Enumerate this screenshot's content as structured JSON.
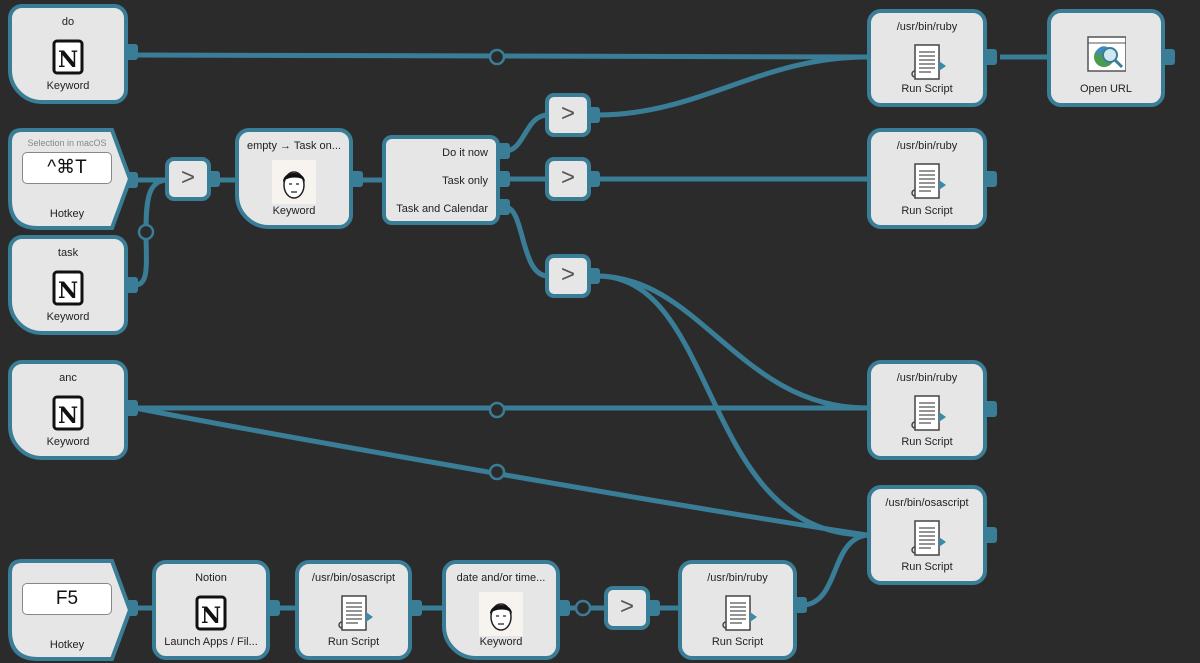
{
  "colors": {
    "wire": "#3a7d97",
    "background": "#2b2b2b",
    "node": "#e6e6e6"
  },
  "nodes": {
    "do": {
      "title": "do",
      "label": "Keyword",
      "icon": "notion-icon"
    },
    "ruby1": {
      "title": "/usr/bin/ruby",
      "label": "Run Script",
      "icon": "script-icon"
    },
    "openurl": {
      "title": "",
      "label": "Open URL",
      "icon": "open-url-icon"
    },
    "hotkey1": {
      "subtitle": "Selection in macOS",
      "key": "^⌘T",
      "label": "Hotkey"
    },
    "empty": {
      "title": "empty → Task on...",
      "label": "Keyword",
      "icon": "face-avatar-icon"
    },
    "conditional": {
      "outputs": [
        "Do it now",
        "Task only",
        "Task and Calendar"
      ]
    },
    "ruby2": {
      "title": "/usr/bin/ruby",
      "label": "Run Script",
      "icon": "script-icon"
    },
    "task": {
      "title": "task",
      "label": "Keyword",
      "icon": "notion-icon"
    },
    "anc": {
      "title": "anc",
      "label": "Keyword",
      "icon": "notion-icon"
    },
    "ruby3": {
      "title": "/usr/bin/ruby",
      "label": "Run Script",
      "icon": "script-icon"
    },
    "osascript1": {
      "title": "/usr/bin/osascript",
      "label": "Run Script",
      "icon": "script-icon"
    },
    "hotkey2": {
      "key": "F5",
      "label": "Hotkey"
    },
    "notion": {
      "title": "Notion",
      "label": "Launch Apps / Fil...",
      "icon": "notion-icon"
    },
    "osascript2": {
      "title": "/usr/bin/osascript",
      "label": "Run Script",
      "icon": "script-icon"
    },
    "date": {
      "title": "date and/or time...",
      "label": "Keyword",
      "icon": "face-avatar-icon"
    },
    "ruby4": {
      "title": "/usr/bin/ruby",
      "label": "Run Script",
      "icon": "script-icon"
    }
  },
  "filter_glyph": ">"
}
